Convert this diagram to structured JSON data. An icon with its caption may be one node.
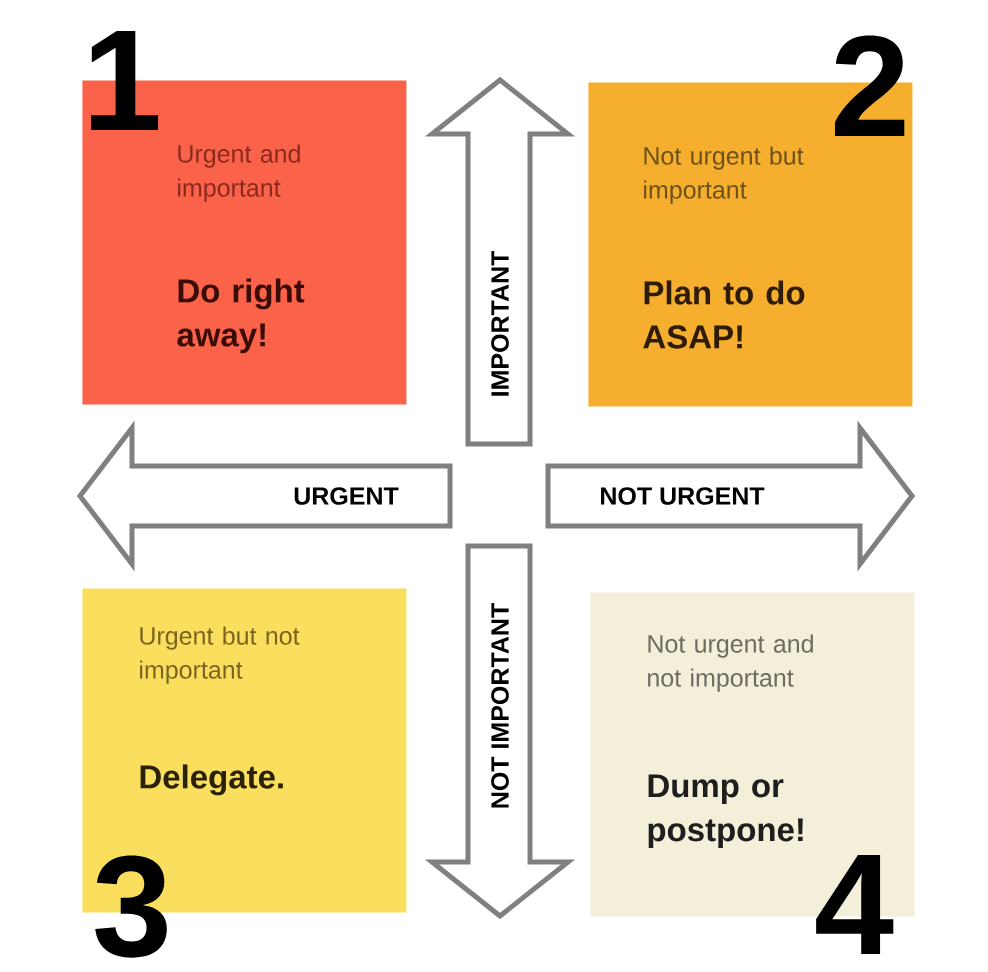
{
  "diagram": {
    "nodes": [
      {
        "text": [
          "1",
          "Urgent and important",
          "Do right away!"
        ]
      },
      {
        "text": [
          "IMPORTANT"
        ]
      },
      {
        "text": [
          "2",
          "Not urgent but important",
          "Plan to do ASAP!"
        ]
      },
      {
        "text": [
          "URGENT"
        ]
      },
      {
        "text": [
          "NOT URGENT"
        ]
      },
      {
        "text": [
          "Urgent but not important",
          "Delegate.",
          "3"
        ]
      },
      {
        "text": [
          "NOT IMPORTANT"
        ]
      },
      {
        "text": [
          "Not urgent and not important",
          "Dump or postpone!",
          "4"
        ]
      }
    ]
  }
}
